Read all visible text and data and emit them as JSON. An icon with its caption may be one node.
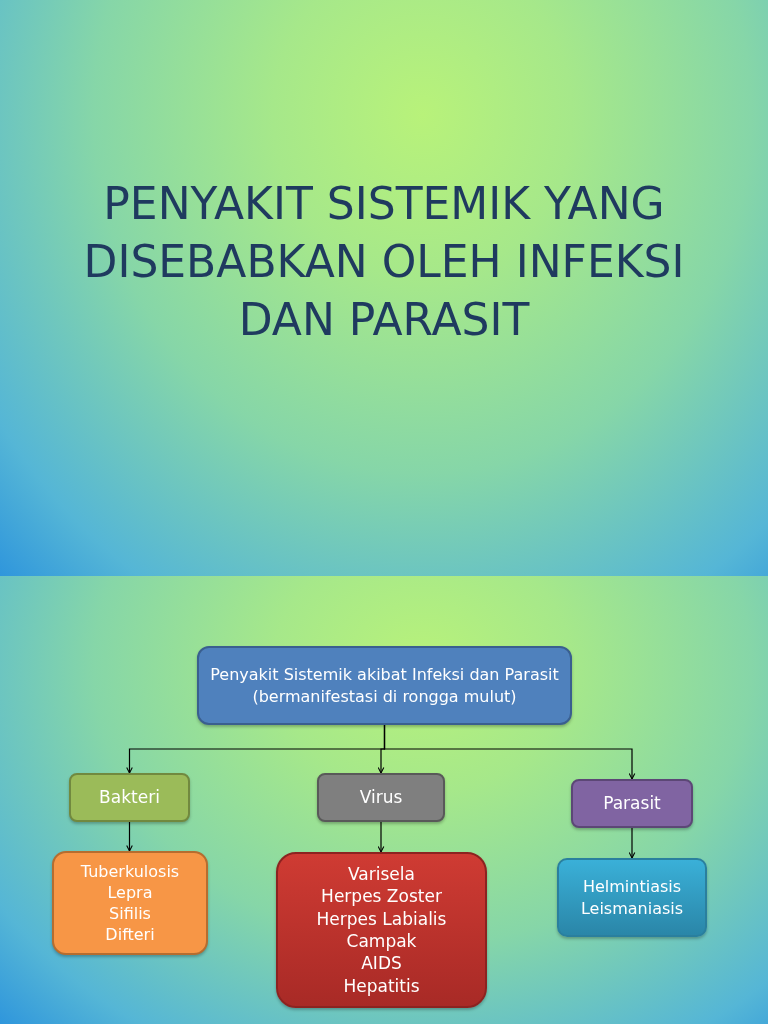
{
  "diagram": {
    "title": "PENYAKIT SISTEMIK YANG DISEBABKAN OLEH INFEKSI DAN PARASIT",
    "nodes": [
      {
        "text": [
          "Penyakit Sistemik akibat Infeksi dan Parasit",
          "(bermanifestasi di rongga mulut)"
        ]
      },
      {
        "text": [
          "Bakteri"
        ]
      },
      {
        "text": [
          "Virus"
        ]
      },
      {
        "text": [
          "Parasit"
        ]
      },
      {
        "text": [
          "Tuberkulosis",
          "Lepra",
          "Sifilis",
          "Difteri"
        ]
      },
      {
        "text": [
          "Varisela",
          "Herpes Zoster",
          "Herpes Labialis",
          "Campak",
          "AIDS",
          "Hepatitis"
        ]
      },
      {
        "text": [
          "Helmintiasis",
          "Leismaniasis"
        ]
      }
    ],
    "edges": [
      {
        "from": 0,
        "to": 1,
        "arrow": "to"
      },
      {
        "from": 0,
        "to": 2,
        "arrow": "to"
      },
      {
        "from": 0,
        "to": 3,
        "arrow": "to"
      },
      {
        "from": 1,
        "to": 4,
        "arrow": "to"
      },
      {
        "from": 2,
        "to": 5,
        "arrow": "to"
      },
      {
        "from": 3,
        "to": 6,
        "arrow": "to"
      }
    ]
  }
}
